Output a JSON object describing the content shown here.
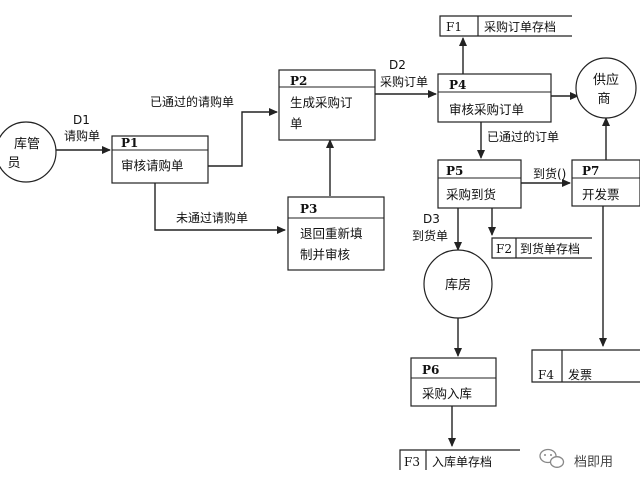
{
  "processes": {
    "p1": {
      "id": "P1",
      "line1": "审核请购单"
    },
    "p2": {
      "id": "P2",
      "line1": "生成采购订",
      "line2": "单"
    },
    "p3": {
      "id": "P3",
      "line1": "退回重新填",
      "line2": "制并审核"
    },
    "p4": {
      "id": "P4",
      "line1": "审核采购订单"
    },
    "p5": {
      "id": "P5",
      "line1": "采购到货"
    },
    "p6": {
      "id": "P6",
      "line1": "采购入库"
    },
    "p7": {
      "id": "P7",
      "line1": "开发票"
    }
  },
  "entities": {
    "kuguanyuan": {
      "line1": "库管",
      "line2": "员"
    },
    "gongyingshang": {
      "line1": "供应",
      "line2": "商"
    },
    "kufang": {
      "line1": "库房"
    }
  },
  "stores": {
    "f1": {
      "id": "F1",
      "name": "采购订单存档"
    },
    "f2": {
      "id": "F2",
      "name": "到货单存档"
    },
    "f3": {
      "id": "F3",
      "name": "入库单存档"
    },
    "f4": {
      "id": "F4",
      "name": "发票"
    }
  },
  "flows": {
    "d1_id": "D1",
    "d1_name": "请购单",
    "approved_req": "已通过的请购单",
    "rejected_req": "未通过请购单",
    "d2_id": "D2",
    "d2_name": "采购订单",
    "approved_order": "已通过的订单",
    "d3_id": "D3",
    "d3_name": "到货单",
    "arrival": "到货()"
  },
  "watermark": {
    "text": "档即用"
  }
}
